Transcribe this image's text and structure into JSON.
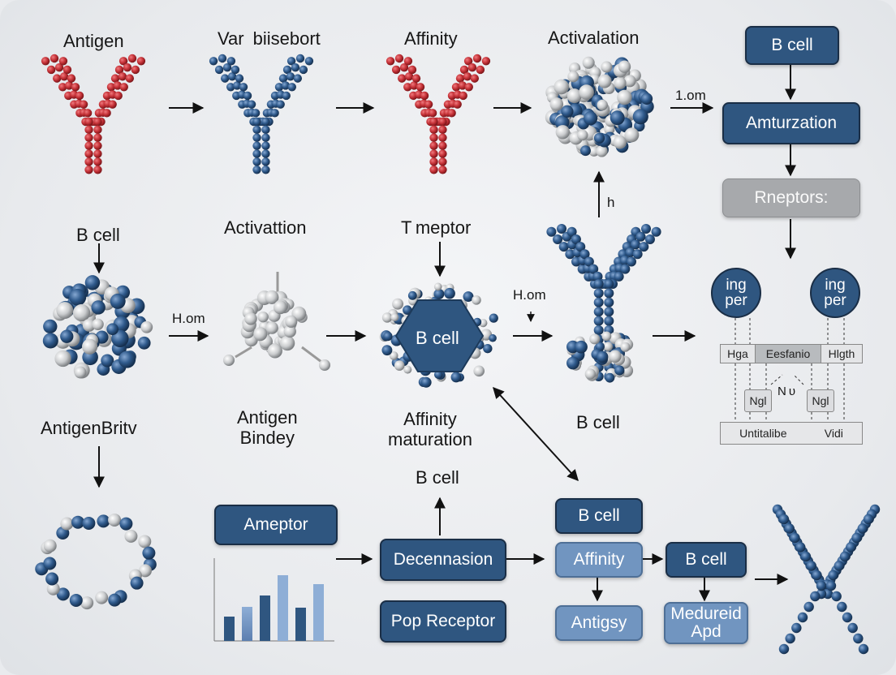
{
  "top_row": {
    "antigen": "Antigen",
    "variable": "Var biisebort",
    "affinity": "Affinity",
    "activation": "Activalation"
  },
  "middle_row": {
    "b_cell": "B cell",
    "activation": "Activattion",
    "receptor": "T meptor",
    "h_om_left": "H.om",
    "h_om_right": "H.om",
    "h_up": "h",
    "center_hex": "B cell",
    "b_cell_lower": "B cell"
  },
  "lower_labels": {
    "antigen_brity": "AntigenBritv",
    "antigen_bindey_line1": "Antigen",
    "antigen_bindey_line2": "Bindey",
    "affinity_line1": "Affinity",
    "affinity_line2": "maturation",
    "b_cell_up": "B cell"
  },
  "flow_right": {
    "b_cell": "B cell",
    "one_om": "1.om",
    "amturization": "Amturzation",
    "rneptors": "Rneptors:"
  },
  "panel": {
    "circle_left_line1": "ing",
    "circle_left_line2": "per",
    "circle_right_line1": "ing",
    "circle_right_line2": "per",
    "cell_left": "Hga",
    "cell_mid": "Eesfanio",
    "cell_right": "Hlgth",
    "ngl_left": "Ngl",
    "ngl_mid": "N υ",
    "ngl_right": "Ngl",
    "bottom_left": "Untitalibe",
    "bottom_right": "Vidi"
  },
  "bottom_boxes": {
    "ameptor": "Ameptor",
    "decennasion": "Decennasion",
    "pop_receptor": "Pop Receptor",
    "b_cell_top": "B cell",
    "affinity": "Affinity",
    "b_cell_right": "B cell",
    "antigsy": "Antigsy",
    "medureid_line1": "Medureid",
    "medureid_line2": "Apd"
  },
  "chart_data": {
    "type": "bar",
    "values": [
      3,
      4.2,
      5.6,
      8.1,
      4.1,
      7
    ]
  },
  "colors": {
    "red": "#c0333a",
    "blue": "#2f5680",
    "light_blue": "#7195c0",
    "grey_box": "#a7a9ac"
  }
}
